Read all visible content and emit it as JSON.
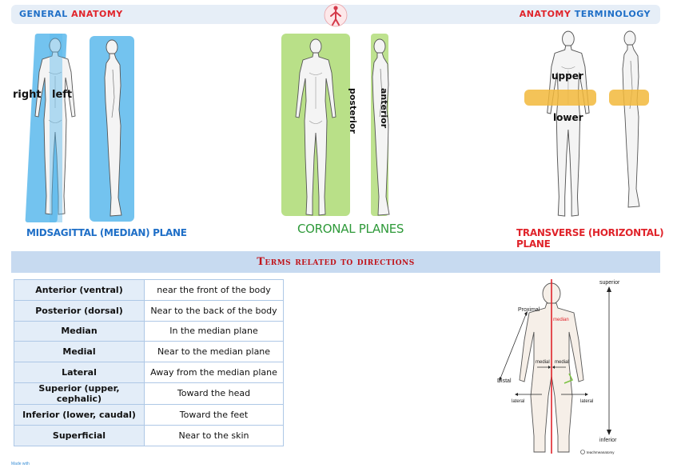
{
  "header": {
    "left_part1": "GENERAL",
    "left_part2": "ANATOMY",
    "right_part1": "ANATOMY",
    "right_part2": "TERMINOLOGY",
    "logo_icon": "human-figure-icon"
  },
  "planes": {
    "midsagittal": {
      "caption": "MIDSAGITTAL (MEDIAN) PLANE",
      "label_right": "right",
      "label_left": "left"
    },
    "coronal": {
      "caption": "CORONAL PLANES",
      "label_anterior": "anterior",
      "label_posterior": "posterior"
    },
    "transverse": {
      "caption": "TRANSVERSE (HORIZONTAL) PLANE",
      "label_upper": "upper",
      "label_lower": "lower"
    }
  },
  "directions": {
    "title": "Terms related to directions",
    "rows": [
      {
        "term": "Anterior (ventral)",
        "definition": "near the front of the body"
      },
      {
        "term": "Posterior (dorsal)",
        "definition": "Near to the back of the body"
      },
      {
        "term": "Median",
        "definition": "In the median plane"
      },
      {
        "term": "Medial",
        "definition": "Near to the median plane"
      },
      {
        "term": "Lateral",
        "definition": "Away from the median plane"
      },
      {
        "term": "Superior (upper, cephalic)",
        "definition": "Toward the head"
      },
      {
        "term": "Inferior (lower, caudal)",
        "definition": "Toward the feet"
      },
      {
        "term": "Superficial",
        "definition": "Near to the skin"
      }
    ]
  },
  "diagram": {
    "superior": "superior",
    "inferior": "inferior",
    "proximal": "Proximal",
    "distal": "Distal",
    "median": "median",
    "medial_left": "medial",
    "medial_right": "medial",
    "lateral_left": "lateral",
    "lateral_right": "lateral",
    "credit": "teachmeanatomy"
  },
  "footer": {
    "text": "Made with"
  },
  "colors": {
    "blue": "#1f6fc7",
    "red": "#e0242b",
    "sagittal": "#5ab8ec",
    "coronal": "#a8d86a",
    "transverse": "#f2b93b"
  }
}
